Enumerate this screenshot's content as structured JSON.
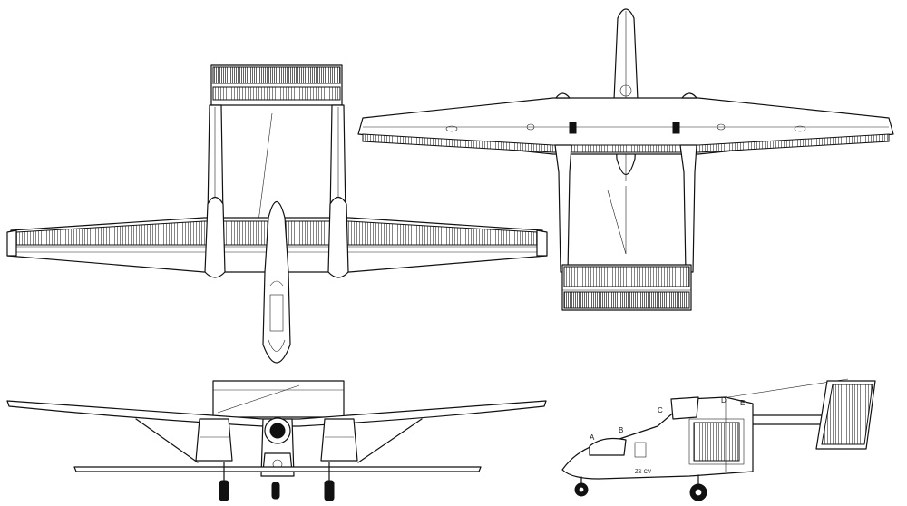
{
  "diagram": {
    "view_labels": {
      "a": "A",
      "b": "B",
      "c": "C",
      "d": "D",
      "e": "E"
    },
    "registration": "ZS-CV"
  }
}
